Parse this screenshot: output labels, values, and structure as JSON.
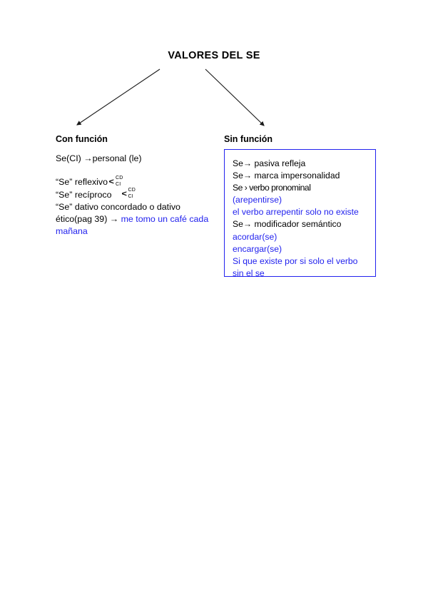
{
  "document": {
    "title": "VALORES DEL SE",
    "page_background": "#ffffff",
    "accent_blue": "#2222ee",
    "text_black": "#000000"
  },
  "branches": {
    "left": {
      "heading": "Con función",
      "lead_line": "Se(CI) →personal (le)",
      "items": [
        {
          "label": "“Se” reflexivo",
          "bracket": {
            "top": "CD",
            "bottom": "CI"
          }
        },
        {
          "label": "“Se” recíproco",
          "bracket": {
            "top": "CD",
            "bottom": "CI"
          }
        }
      ],
      "dative_line_black": "“Se” dativo concordado o dativo ético(pag 39) → ",
      "dative_line_blue": "me tomo un café cada mañana"
    },
    "right": {
      "heading": "Sin función",
      "box_lines": [
        {
          "text": "Se→ pasiva refleja",
          "color": "black"
        },
        {
          "text": "Se→ marca impersonalidad",
          "color": "black"
        },
        {
          "text": "Se › verbo pronominal",
          "color": "black"
        },
        {
          "text": "(arepentirse)",
          "color": "blue"
        },
        {
          "text": "el verbo arrepentir solo no existe",
          "color": "blue"
        },
        {
          "text": "Se→ modificador semántico",
          "color": "black"
        },
        {
          "text": "acordar(se)",
          "color": "blue"
        },
        {
          "text": "encargar(se)",
          "color": "blue"
        },
        {
          "text": "Si que existe por si solo el verbo sin el se",
          "color": "blue"
        }
      ]
    }
  },
  "connectors": {
    "left_arrow_name": "arrow-to-con-funcion",
    "right_arrow_name": "arrow-to-sin-funcion"
  }
}
